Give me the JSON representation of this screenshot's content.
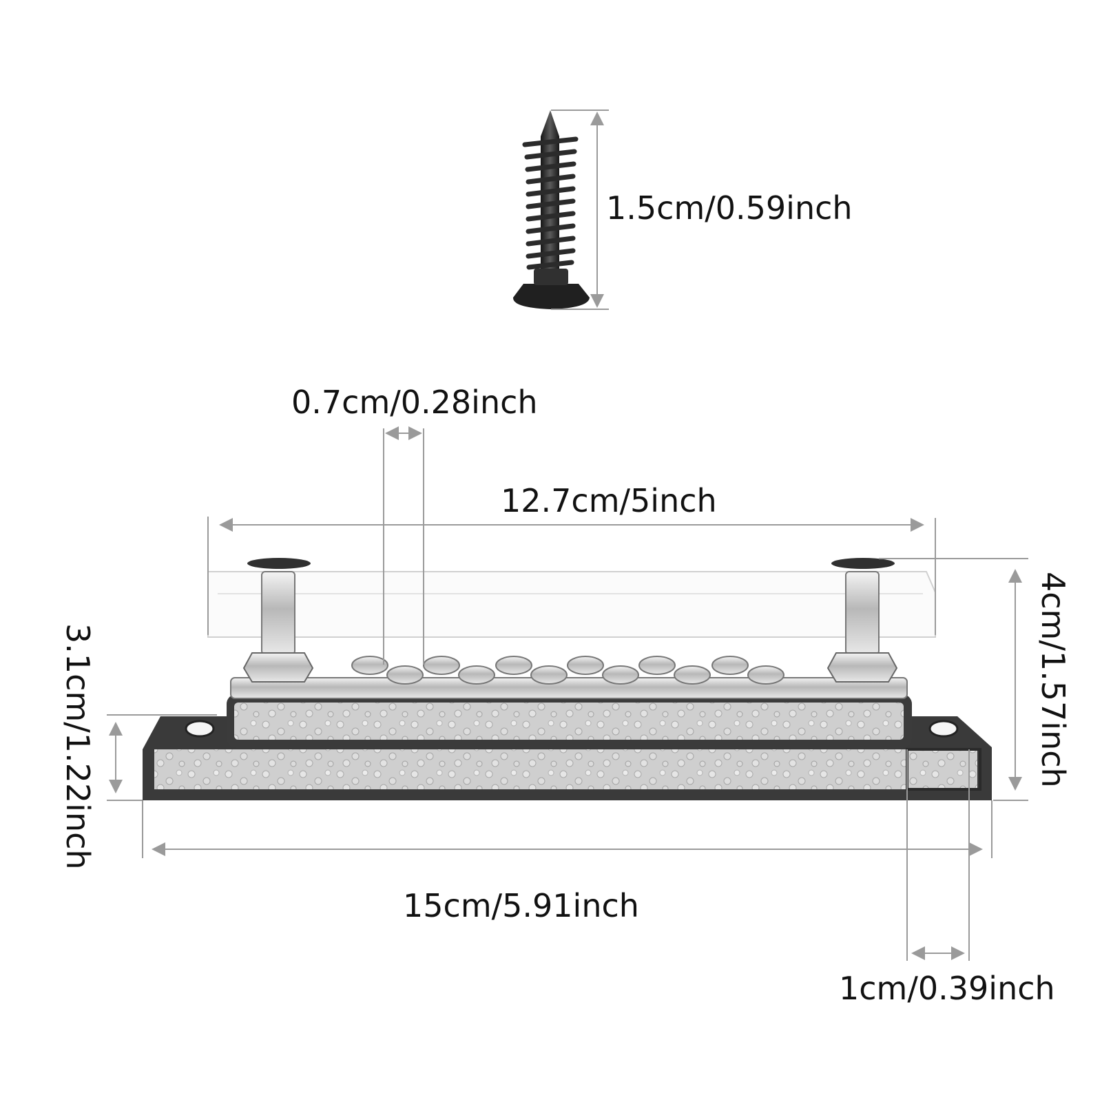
{
  "labels": {
    "screw_length": "1.5cm/0.59inch",
    "terminal_spacing": "0.7cm/0.28inch",
    "cover_width": "12.7cm/5inch",
    "total_height": "4cm/1.57inch",
    "base_height": "3.1cm/1.22inch",
    "base_width": "15cm/5.91inch",
    "mount_hole_offset": "1cm/0.39inch"
  },
  "colors": {
    "dimension_line": "#9a9a9a",
    "text": "#111111",
    "base_dark": "#333333",
    "metal": "#c8c8c8",
    "screw": "#2a2a2a"
  },
  "icons": {
    "screw": "screw-icon",
    "busbar": "busbar-icon"
  }
}
